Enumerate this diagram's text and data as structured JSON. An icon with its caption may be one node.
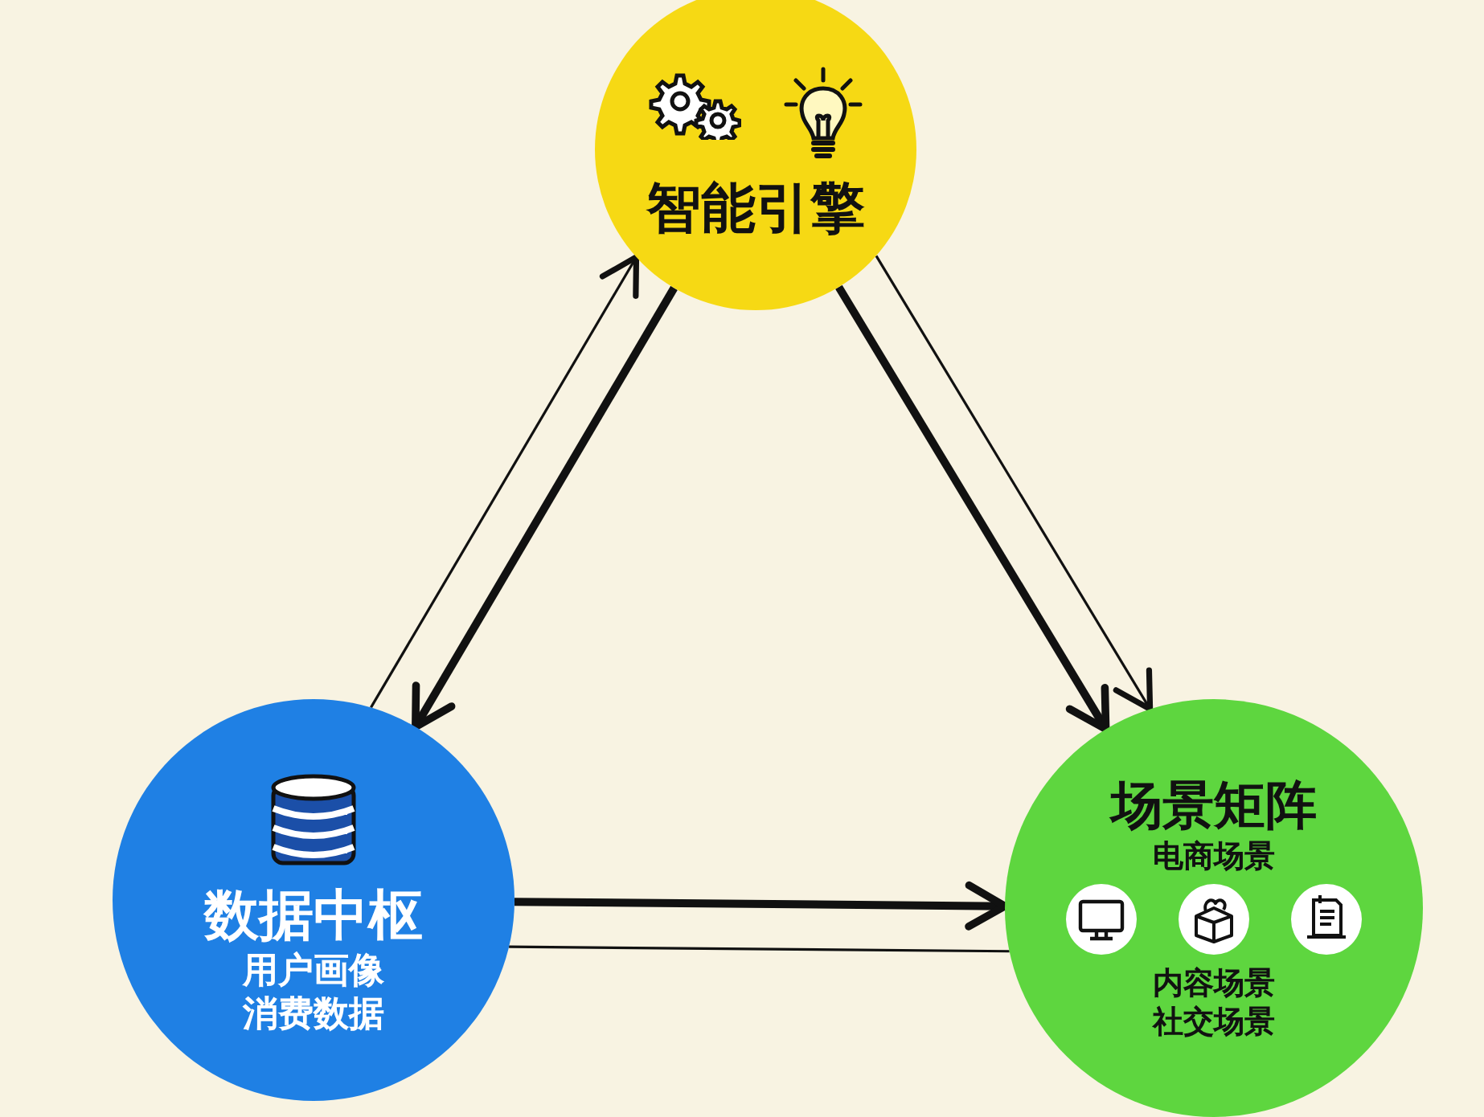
{
  "diagram": {
    "nodes": [
      {
        "text": [
          "智能引擎"
        ]
      },
      {
        "text": [
          "数据中枢",
          "用户画像",
          "消费数据"
        ]
      },
      {
        "text": [
          "场景矩阵",
          "电商场景",
          "内容场景",
          "社交场景"
        ]
      }
    ],
    "edges": [
      {
        "from": 0,
        "to": 1,
        "arrow": "to",
        "style": "thick"
      },
      {
        "from": 1,
        "to": 0,
        "arrow": "to"
      },
      {
        "from": 0,
        "to": 2,
        "arrow": "to",
        "style": "thick"
      },
      {
        "from": 0,
        "to": 2,
        "arrow": "to"
      },
      {
        "from": 1,
        "to": 2,
        "arrow": "to",
        "style": "thick"
      },
      {
        "from": 1,
        "to": 2,
        "arrow": "none"
      }
    ]
  }
}
